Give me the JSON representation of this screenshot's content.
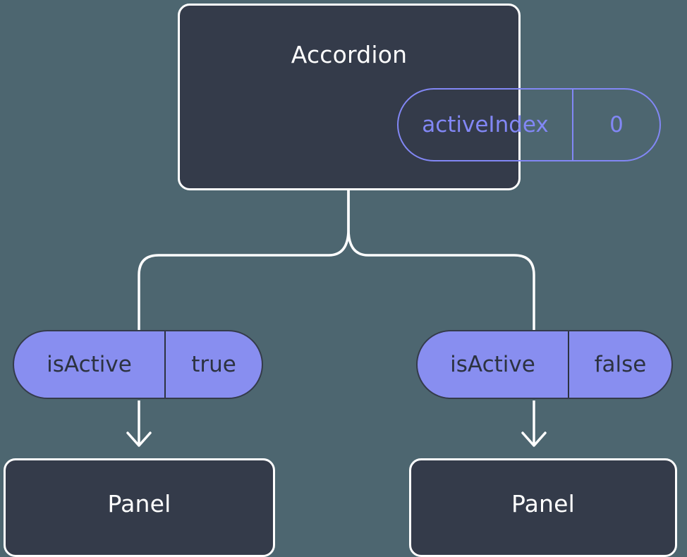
{
  "diagram": {
    "type": "component-state-tree",
    "background_color": "#4d6670",
    "node_fill_color": "#343b4a",
    "node_border_color": "#ffffff",
    "accent_color": "#8287f5",
    "chip_fill_color": "#888ef0",
    "connector_color": "#ffffff"
  },
  "root": {
    "title": "Accordion",
    "state_chip": {
      "key": "activeIndex",
      "value": "0"
    }
  },
  "branches": [
    {
      "prop_chip": {
        "key": "isActive",
        "value": "true"
      },
      "child": {
        "title": "Panel"
      }
    },
    {
      "prop_chip": {
        "key": "isActive",
        "value": "false"
      },
      "child": {
        "title": "Panel"
      }
    }
  ]
}
